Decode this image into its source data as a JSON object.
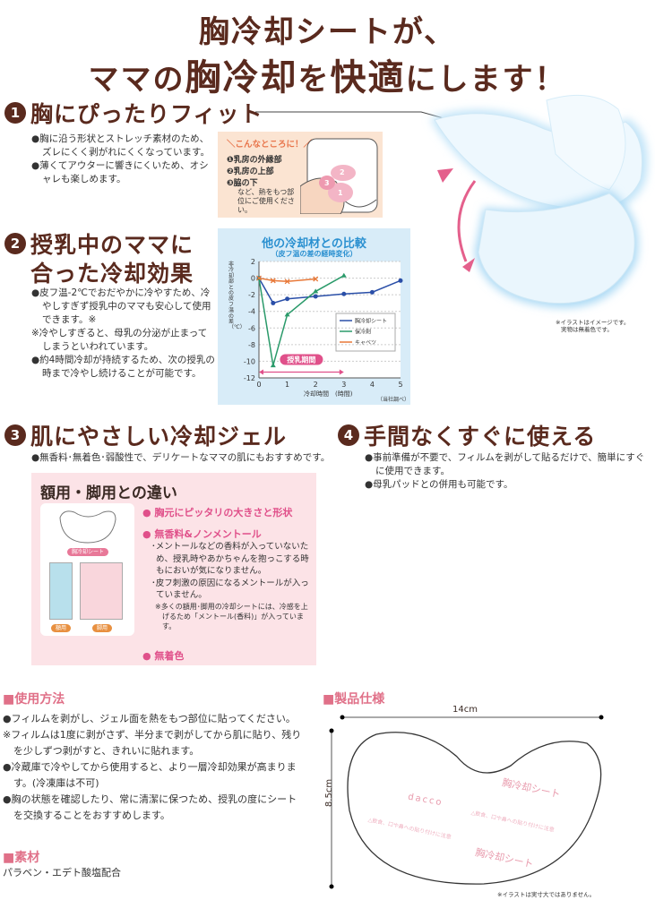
{
  "title": {
    "line1": "胸冷却シートが、",
    "line2_a": "ママの",
    "line2_b": "胸冷却",
    "line2_c": "を",
    "line2_d": "快適",
    "line2_e": "にします！"
  },
  "sections": [
    {
      "num": "1",
      "heading": "胸にぴったりフィット",
      "bullets": [
        "●胸に沿う形状とストレッチ素材のため、ズレにくく剥がれにくくなっています。",
        "●薄くてアウターに響きにくいため、オシャレも楽しめます。"
      ]
    },
    {
      "num": "2",
      "heading_line1": "授乳中のママに",
      "heading_line2": "合った冷却効果",
      "bullets": [
        "●皮フ温-2℃でおだやかに冷やすため、冷やしすぎず授乳中のママも安心して使用できます。※",
        "※冷やしすぎると、母乳の分泌が止まってしまうといわれています。",
        "●約4時間冷却が持続するため、次の授乳の時まで冷やし続けることが可能です。"
      ]
    },
    {
      "num": "3",
      "heading": "肌にやさしい冷却ジェル",
      "bullets": [
        "●無香料･無着色･弱酸性で、デリケートなママの肌にもおすすめです。"
      ]
    },
    {
      "num": "4",
      "heading": "手間なくすぐに使える",
      "bullets": [
        "●事前準備が不要で、フィルムを剥がして貼るだけで、簡単にすぐに使用できます。",
        "●母乳パッドとの併用も可能です。"
      ]
    }
  ],
  "where_box": {
    "heading": "＼こんなところに！／",
    "items": [
      "❶乳房の外縁部",
      "❷乳房の上部",
      "❸脇の下"
    ],
    "note": "など、熱をもつ部位にご使用ください。",
    "markers": [
      "1",
      "2",
      "3"
    ]
  },
  "image_note": {
    "line1": "※イラストはイメージです。",
    "line2": "実物は無着色です。"
  },
  "chart_data": {
    "type": "line",
    "title": "他の冷却材との比較",
    "subtitle": "（皮フ温の差の経時変化）",
    "xlabel": "冷却時間　(時間)",
    "ylabel": "非冷却部との皮フ温の差（℃）",
    "source_note": "（当社調べ）",
    "xlim": [
      0,
      5
    ],
    "ylim": [
      -12,
      2
    ],
    "xticks": [
      "0",
      "1",
      "2",
      "3",
      "4",
      "5"
    ],
    "yticks": [
      "2",
      "0",
      "-2",
      "-4",
      "-6",
      "-8",
      "-10",
      "-12"
    ],
    "legend_position": "right",
    "annotation": {
      "label": "授乳期間",
      "from": 0,
      "to": 3,
      "y": -11.3
    },
    "series": [
      {
        "name": "胸冷却シート",
        "color": "#2a4fa8",
        "marker": "circle",
        "x": [
          0,
          0.5,
          1,
          2,
          3,
          4,
          5
        ],
        "y": [
          0,
          -3,
          -2.5,
          -2.2,
          -1.9,
          -1.7,
          -0.3
        ]
      },
      {
        "name": "保冷剤",
        "color": "#2a9a6a",
        "marker": "triangle",
        "x": [
          0,
          0.5,
          1,
          2,
          3
        ],
        "y": [
          0,
          -10.5,
          -4.4,
          -1.6,
          0.3
        ]
      },
      {
        "name": "キャベツ",
        "color": "#e87838",
        "marker": "x",
        "x": [
          0,
          0.5,
          1,
          2
        ],
        "y": [
          0,
          -0.3,
          -0.4,
          -0.1
        ]
      }
    ]
  },
  "diff_box": {
    "heading": "額用・脚用との違い",
    "tags": {
      "chest": "胸冷却シート",
      "forehead": "額用",
      "leg": "脚用"
    },
    "point1": "● 胸元にピッタリの大きさと形状",
    "point2": "● 無香料&ノンメントール",
    "details": [
      "･メントールなどの香料が入っていないため、授乳時やあかちゃんを抱っこする時もにおいが気になりません。",
      "･皮フ刺激の原因になるメントールが入っていません。"
    ],
    "note": "※多くの額用･脚用の冷却シートには、冷感を上げるため「メントール(香料)」が入っています。",
    "point3": "● 無着色"
  },
  "usage": {
    "heading": "■使用方法",
    "items": [
      "●フィルムを剥がし、ジェル面を熱をもつ部位に貼ってください。",
      "※フィルムは1度に剥がさず、半分まで剥がしてから肌に貼り、残りを少しずつ剥がすと、きれいに貼れます。",
      "●冷蔵庫で冷やしてから使用すると、より一層冷却効果が高まります。(冷凍庫は不可)",
      "●胸の状態を確認したり、常に清潔に保つため、授乳の度にシートを交換することをおすすめします。"
    ]
  },
  "material": {
    "heading": "■素材",
    "text": "パラベン・エデト酸塩配合"
  },
  "spec": {
    "heading": "■製品仕様",
    "width": "14cm",
    "height": "8.5cm",
    "print_name": "胸冷却シート",
    "print_brand": "dacco",
    "print_warning": "△飲食、口や鼻への貼り付けに注意",
    "note": "※イラストは実寸大ではありません。"
  },
  "colors": {
    "brown": "#5a2a1e",
    "pink": "#e0508a",
    "section_pink": "#e07088",
    "chart_bg": "#d8ecf8"
  }
}
